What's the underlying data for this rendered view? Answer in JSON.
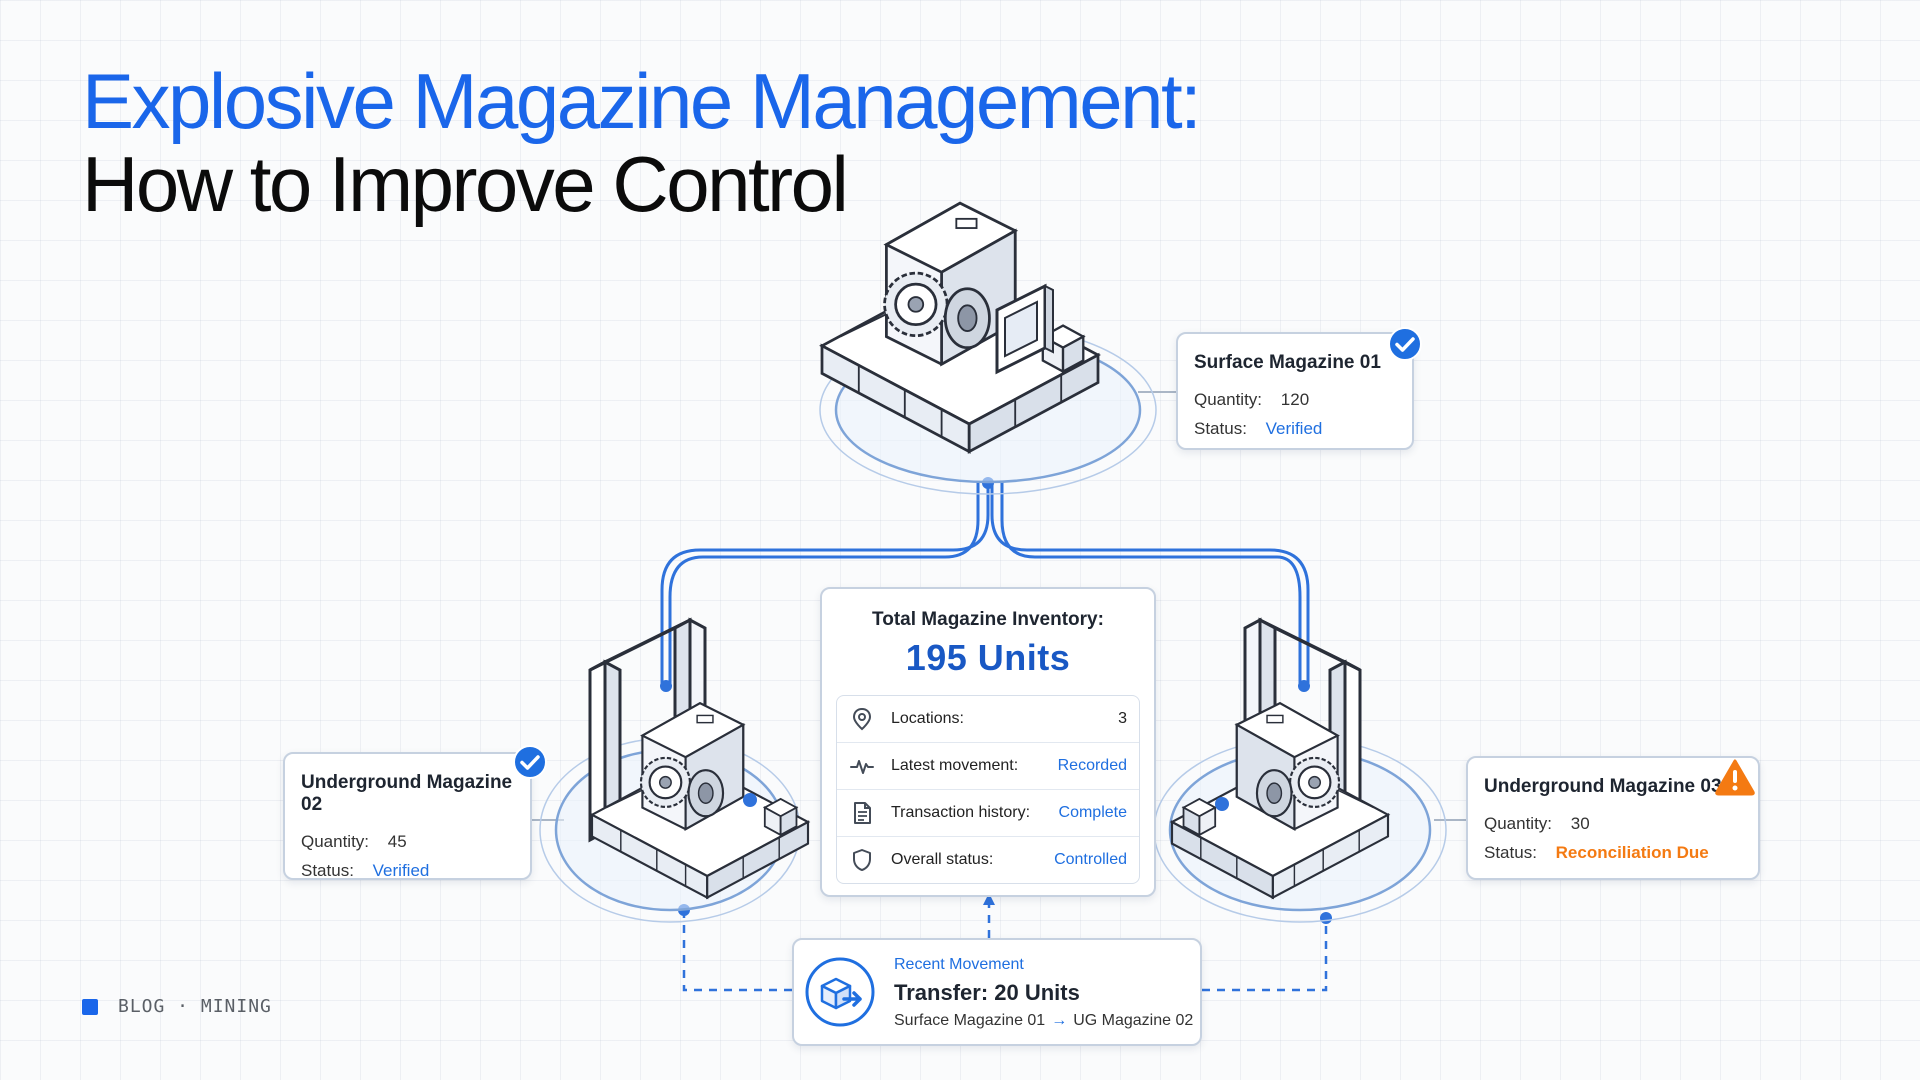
{
  "title": {
    "line1": "Explosive Magazine Management:",
    "line2": "How to Improve Control"
  },
  "colors": {
    "accent_blue": "#1a66ea",
    "status_verified": "#1f6fe0",
    "status_warning": "#f47a12",
    "line_blue": "#2f72db"
  },
  "magazines": {
    "surface": {
      "name": "Surface Magazine 01",
      "quantity_label": "Quantity:",
      "quantity": "120",
      "status_label": "Status:",
      "status": "Verified",
      "badge_icon": "check-circle-icon"
    },
    "ug02": {
      "name": "Underground Magazine 02",
      "quantity_label": "Quantity:",
      "quantity": "45",
      "status_label": "Status:",
      "status": "Verified",
      "badge_icon": "check-circle-icon"
    },
    "ug03": {
      "name": "Underground Magazine 03",
      "quantity_label": "Quantity:",
      "quantity": "30",
      "status_label": "Status:",
      "status": "Reconciliation Due",
      "badge_icon": "warning-triangle-icon"
    }
  },
  "inventory": {
    "label": "Total Magazine Inventory:",
    "total": "195 Units",
    "items": [
      {
        "icon": "location-pin-icon",
        "label": "Locations:",
        "value": "3"
      },
      {
        "icon": "pulse-icon",
        "label": "Latest movement:",
        "value": "Recorded"
      },
      {
        "icon": "document-icon",
        "label": "Transaction history:",
        "value": "Complete"
      },
      {
        "icon": "shield-icon",
        "label": "Overall status:",
        "value": "Controlled"
      }
    ]
  },
  "movement": {
    "tag": "Recent Movement",
    "headline": "Transfer: 20 Units",
    "from": "Surface Magazine 01",
    "to": "UG Magazine 02",
    "icon": "box-transfer-icon"
  },
  "footer": {
    "text": "BLOG · MINING"
  }
}
